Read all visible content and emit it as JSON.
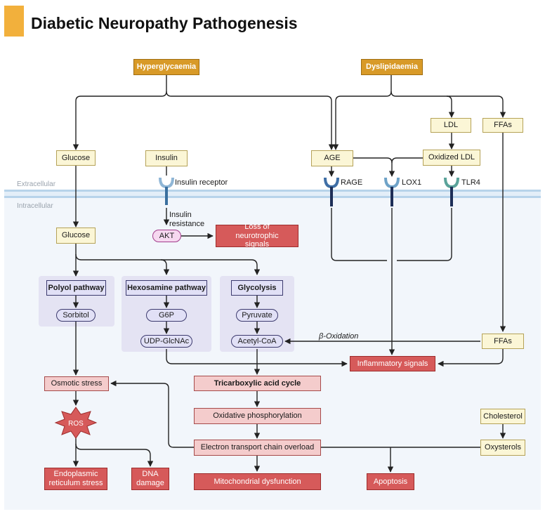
{
  "title": "Diabetic Neuropathy Pathogenesis",
  "regions": {
    "extracellular": "Extracellular",
    "intracellular": "Intracellular"
  },
  "nodes": {
    "hyperglycaemia": "Hyperglycaemia",
    "dyslipidaemia": "Dyslipidaemia",
    "glucose_ext": "Glucose",
    "insulin": "Insulin",
    "insulin_receptor": "Insulin receptor",
    "age": "AGE",
    "ldl": "LDL",
    "oxidized_ldl": "Oxidized LDL",
    "ffas_ext": "FFAs",
    "rage": "RAGE",
    "lox1": "LOX1",
    "tlr4": "TLR4",
    "glucose_int": "Glucose",
    "insulin_resistance": "Insulin resistance",
    "akt": "AKT",
    "loss_neurotrophic": "Loss of neurotrophic signals",
    "polyol_pathway": "Polyol pathway",
    "sorbitol": "Sorbitol",
    "hexosamine_pathway": "Hexosamine pathway",
    "g6p": "G6P",
    "udp_glcnac": "UDP-GlcNAc",
    "glycolysis": "Glycolysis",
    "pyruvate": "Pyruvate",
    "acetyl_coa": "Acetyl-CoA",
    "beta_oxidation": "β-Oxidation",
    "ffas_int": "FFAs",
    "inflammatory_signals": "Inflammatory signals",
    "osmotic_stress": "Osmotic stress",
    "tca_cycle": "Tricarboxylic acid cycle",
    "ros": "ROS",
    "oxidative_phosphorylation": "Oxidative phosphorylation",
    "cholesterol": "Cholesterol",
    "etc_overload": "Electron transport chain overload",
    "oxysterols": "Oxysterols",
    "er_stress": "Endoplasmic reticulum stress",
    "dna_damage": "DNA damage",
    "mitochondrial_dysfunction": "Mitochondrial dysfunction",
    "apoptosis": "Apoptosis"
  },
  "colors": {
    "title_accent": "#f2b03c",
    "trigger": "#d89a28",
    "metabolite": "#fbf6d6",
    "outcome": "#d65a5a",
    "mitochondrial_step": "#f4cccc",
    "pathway": "#e1e0f6",
    "membrane": "#b7d3ea",
    "receptor_rage": "#3f6fa6",
    "receptor_lox1": "#6fa3c8",
    "receptor_tlr4": "#5aa39a"
  }
}
